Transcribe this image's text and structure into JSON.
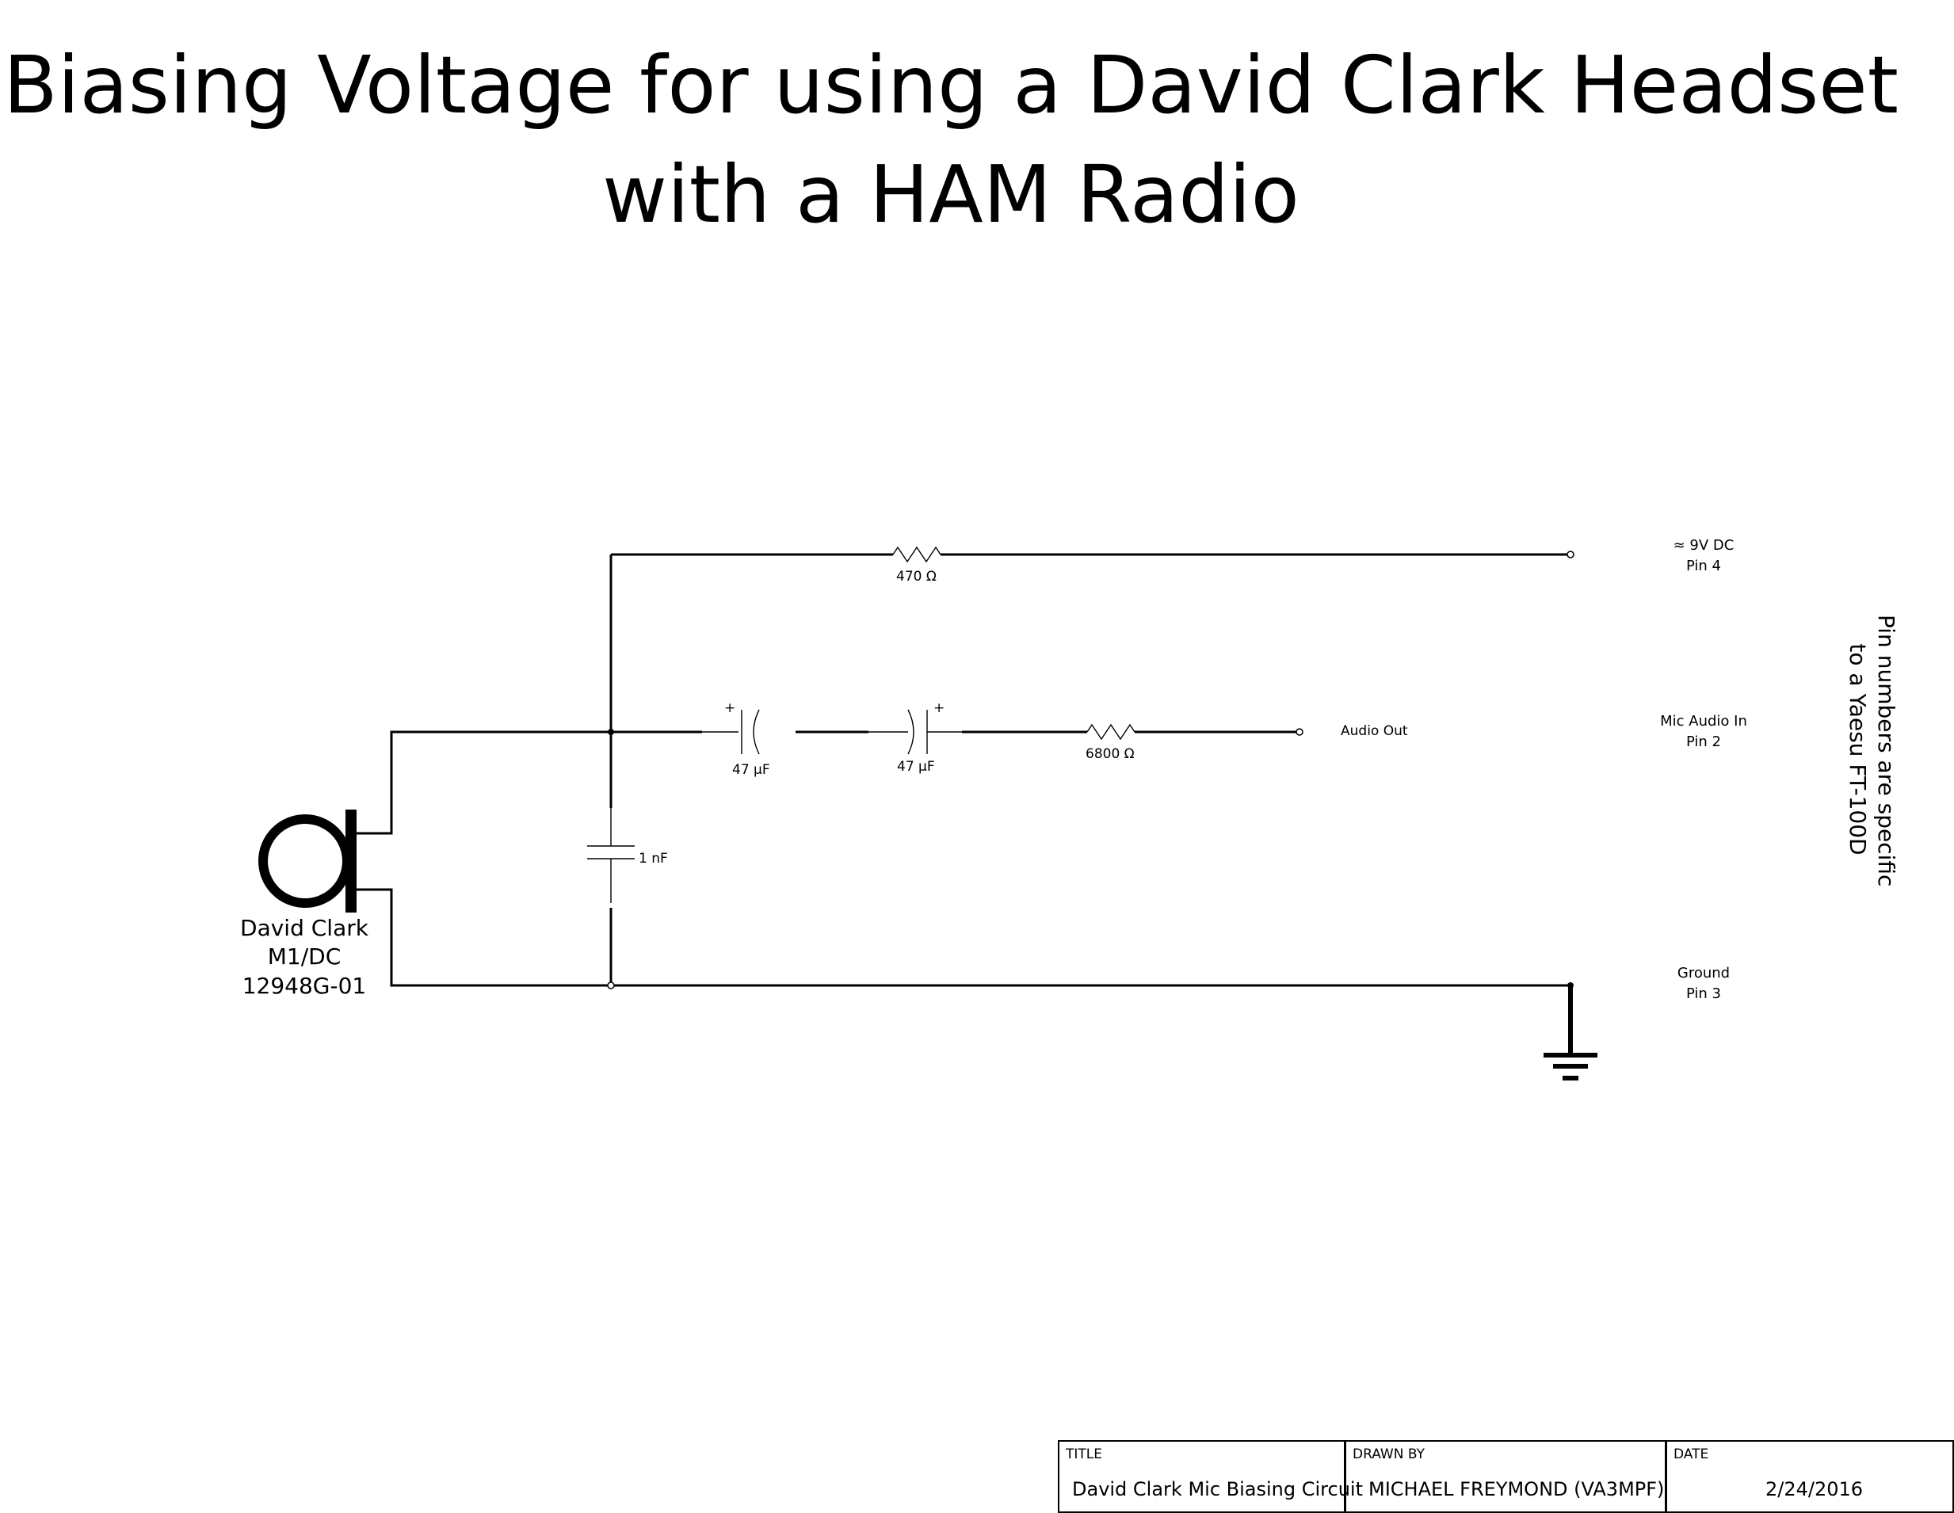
{
  "heading": {
    "line1": "Biasing Voltage for using a David Clark Headset",
    "line2": "with a HAM Radio"
  },
  "components": {
    "r_top": "470 Ω",
    "r_audio": "6800 Ω",
    "c1": "47 µF",
    "c2": "47 µF",
    "c_shunt": "1 nF",
    "plus_sign": "+"
  },
  "mic": {
    "line1": "David Clark",
    "line2": "M1/DC",
    "line3": "12948G-01"
  },
  "audio_out": "Audio Out",
  "pins": {
    "vdc": {
      "label": "≈ 9V DC",
      "pin": "Pin 4"
    },
    "mic_in": {
      "label": "Mic Audio In",
      "pin": "Pin 2"
    },
    "ground": {
      "label": "Ground",
      "pin": "Pin 3"
    }
  },
  "side_note": {
    "line1": "Pin numbers are specific",
    "line2": "to a Yaesu FT-100D"
  },
  "title_block": {
    "title_header": "TITLE",
    "title_value": "David Clark Mic Biasing Circuit",
    "drawn_header": "DRAWN BY",
    "drawn_value": "MICHAEL FREYMOND (VA3MPF)",
    "date_header": "DATE",
    "date_value": "2/24/2016"
  }
}
